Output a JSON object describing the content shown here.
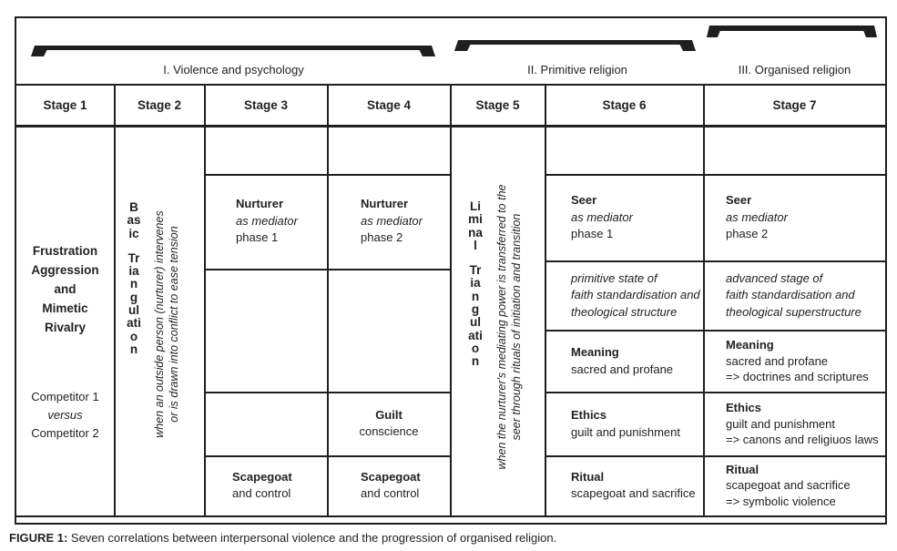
{
  "groups": {
    "g1": {
      "label": "I. Violence and psychology"
    },
    "g2": {
      "label": "II. Primitive religion"
    },
    "g3": {
      "label": "III. Organised religion"
    }
  },
  "stage_headers": {
    "s1": "Stage 1",
    "s2": "Stage 2",
    "s3": "Stage 3",
    "s4": "Stage 4",
    "s5": "Stage 5",
    "s6": "Stage 6",
    "s7": "Stage 7"
  },
  "stage1": {
    "line1": "Frustration",
    "line2": "Aggression",
    "line3": "and",
    "line4": "Mimetic",
    "line5": "Rivalry",
    "competitor1": "Competitor 1",
    "versus": "versus",
    "competitor2": "Competitor 2"
  },
  "stage2": {
    "word1": "Basic",
    "word2": "Triangulation",
    "note_line1": "when an outside person (nurturer) intervenes",
    "note_line2": "or is drawn into conflict to ease tension"
  },
  "stage3": {
    "nurturer_title": "Nurturer",
    "nurturer_role": "as mediator",
    "nurturer_phase": "phase 1",
    "scapegoat_title": "Scapegoat",
    "scapegoat_sub": "and control"
  },
  "stage4": {
    "nurturer_title": "Nurturer",
    "nurturer_role": "as mediator",
    "nurturer_phase": "phase 2",
    "guilt_title": "Guilt",
    "guilt_sub": "conscience",
    "scapegoat_title": "Scapegoat",
    "scapegoat_sub": "and control"
  },
  "stage5": {
    "word1": "Liminal",
    "word2": "Triangulation",
    "note_line1": "when the nurturer's mediating power is transferred to the",
    "note_line2": "seer through rituals of initiation and transition"
  },
  "stage6": {
    "seer_title": "Seer",
    "seer_role": "as mediator",
    "seer_phase": "phase 1",
    "state_line1": "primitive state of",
    "state_line2": "faith standardisation and",
    "state_line3": "theological structure",
    "meaning_title": "Meaning",
    "meaning_sub": "sacred and profane",
    "ethics_title": "Ethics",
    "ethics_sub": "guilt and punishment",
    "ritual_title": "Ritual",
    "ritual_sub": "scapegoat and sacrifice"
  },
  "stage7": {
    "seer_title": "Seer",
    "seer_role": "as mediator",
    "seer_phase": "phase 2",
    "state_line1": "advanced stage of",
    "state_line2": "faith standardisation and",
    "state_line3": "theological superstructure",
    "meaning_title": "Meaning",
    "meaning_sub": "sacred and profane",
    "meaning_extra": "=> doctrines and scriptures",
    "ethics_title": "Ethics",
    "ethics_sub": "guilt and punishment",
    "ethics_extra": "=> canons and religiuos laws",
    "ritual_title": "Ritual",
    "ritual_sub": "scapegoat and sacrifice",
    "ritual_extra": "=> symbolic violence"
  },
  "caption": {
    "label": "FIGURE 1:",
    "text": " Seven correlations between interpersonal violence and the progression of organised religion."
  },
  "colors": {
    "line": "#1f1f1f",
    "text": "#222222",
    "background": "#ffffff"
  }
}
